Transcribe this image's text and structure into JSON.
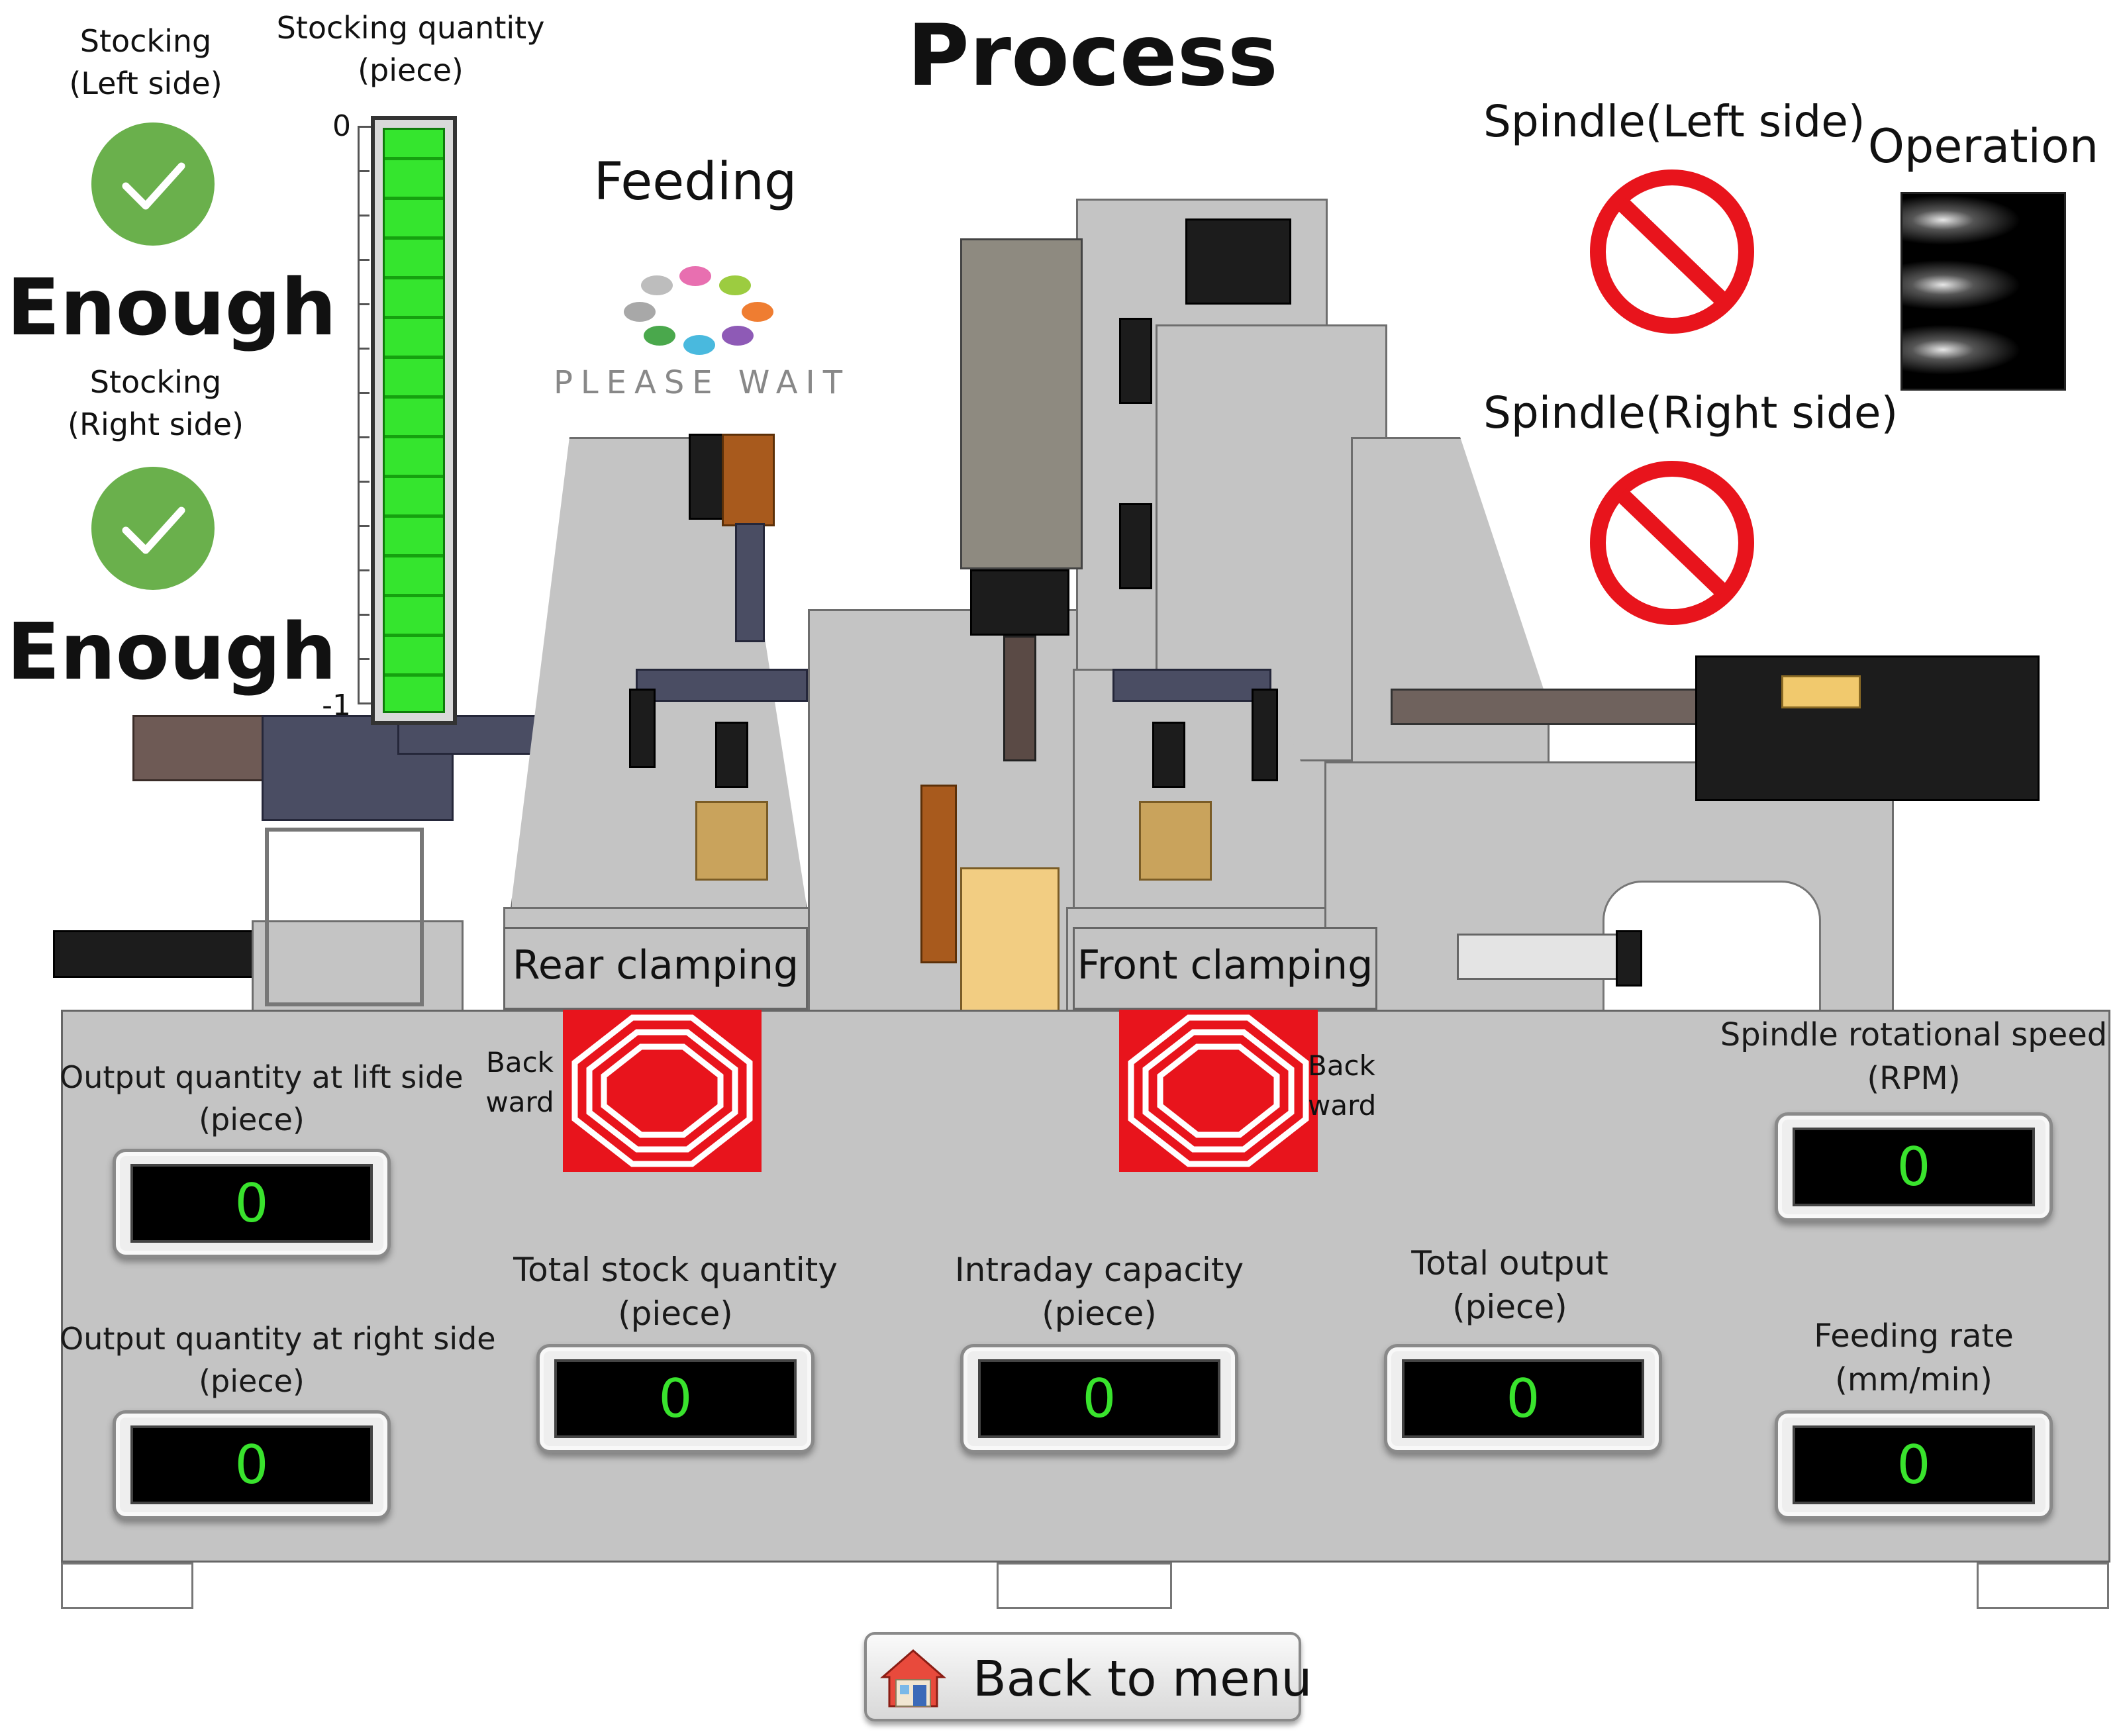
{
  "title": "Process",
  "stocking": {
    "left_label": "Stocking\n(Left side)",
    "left_status": "Enough",
    "right_label": "Stocking\n(Right side)",
    "right_status": "Enough",
    "quantity_label": "Stocking quantity\n(piece)",
    "scale_top": "0",
    "scale_bottom": "-1"
  },
  "feeding": {
    "label": "Feeding",
    "wait_text": "PLEASE WAIT"
  },
  "spindle": {
    "left_label": "Spindle(Left side)",
    "right_label": "Spindle(Right side)",
    "operation_label": "Operation"
  },
  "clamping": {
    "rear_label": "Rear clamping",
    "front_label": "Front clamping",
    "rear_backward": "Back\nward",
    "front_backward": "Back\nward"
  },
  "readouts": {
    "left_output_label": "Output quantity at lift side\n(piece)",
    "left_output_value": "0",
    "right_output_label": "Output quantity at right side\n(piece)",
    "right_output_value": "0",
    "total_stock_label": "Total stock quantity\n(piece)",
    "total_stock_value": "0",
    "intraday_label": "Intraday capacity\n(piece)",
    "intraday_value": "0",
    "total_output_label": "Total output\n(piece)",
    "total_output_value": "0",
    "spindle_speed_label": "Spindle rotational speed\n(RPM)",
    "spindle_speed_value": "0",
    "feeding_rate_label": "Feeding rate\n(mm/min)",
    "feeding_rate_value": "0"
  },
  "back_button": "Back to menu",
  "colors": {
    "ok_green": "#6ab04c",
    "stop_red": "#e8141c",
    "display_green": "#39e32d",
    "machine_gray": "#c4c4c4"
  }
}
